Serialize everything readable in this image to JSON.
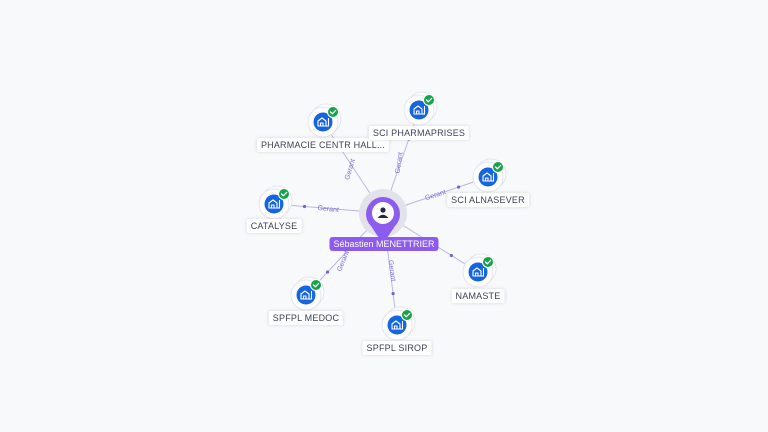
{
  "center": {
    "label": "Sébastien MENETTRIER",
    "color": "#8e5bf0",
    "icon": "person-icon"
  },
  "edge_label": "Gerant",
  "colors": {
    "company": "#1565e0",
    "check": "#16a34a",
    "edge": "#b9b5e6",
    "edge_text": "#7b6fd6"
  },
  "nodes": [
    {
      "label": "PHARMACIE CENTR HALL...",
      "icon": "building-icon",
      "status": "check-icon"
    },
    {
      "label": "SCI PHARMAPRISES",
      "icon": "building-icon",
      "status": "check-icon"
    },
    {
      "label": "SCI ALNASEVER",
      "icon": "building-icon",
      "status": "check-icon"
    },
    {
      "label": "CATALYSE",
      "icon": "building-icon",
      "status": "check-icon"
    },
    {
      "label": "NAMASTE",
      "icon": "building-icon",
      "status": "check-icon"
    },
    {
      "label": "SPFPL MEDOC",
      "icon": "building-icon",
      "status": "check-icon"
    },
    {
      "label": "SPFPL SIROP",
      "icon": "building-icon",
      "status": "check-icon"
    }
  ]
}
